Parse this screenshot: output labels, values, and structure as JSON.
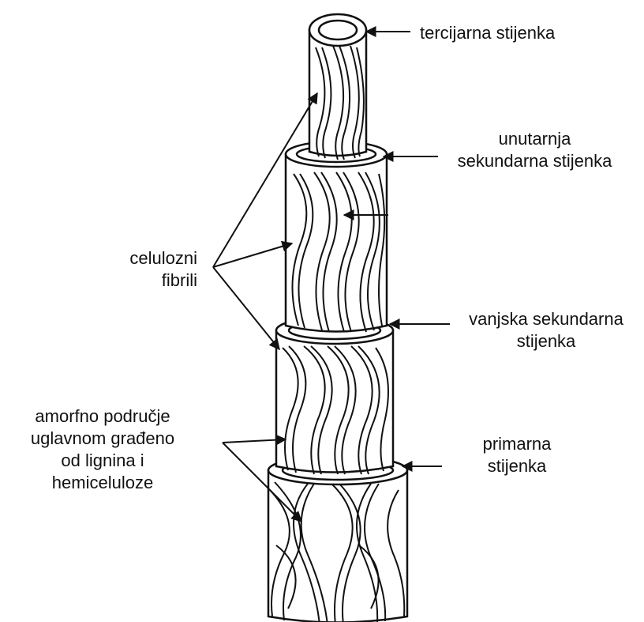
{
  "labels": {
    "tertiary": "tercijarna stijenka",
    "inner_secondary": [
      "unutarnja",
      "sekundarna stijenka"
    ],
    "cellulose": [
      "celulozni",
      "fibrili"
    ],
    "outer_secondary": [
      "vanjska sekundarna",
      "stijenka"
    ],
    "amorphous": [
      "amorfno područje",
      "uglavnom građeno",
      "od lignina i",
      "hemiceluloze"
    ],
    "primary": [
      "primarna",
      "stijenka"
    ]
  },
  "colors": {
    "line": "#111111",
    "fill": "#ffffff"
  }
}
